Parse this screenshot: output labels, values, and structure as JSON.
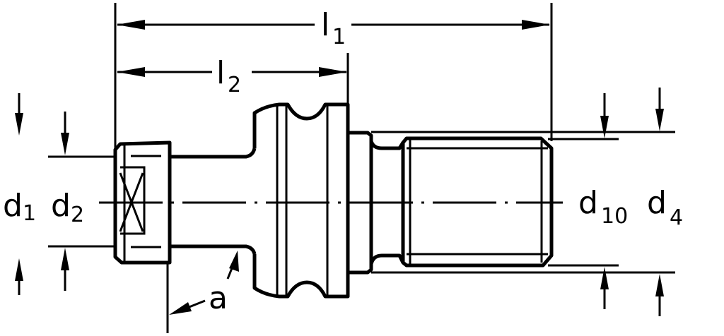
{
  "drawing": {
    "title": "Pull stud dimension drawing",
    "labels": {
      "l1": {
        "main": "l",
        "sub": "1"
      },
      "l2": {
        "main": "l",
        "sub": "2"
      },
      "d1": {
        "main": "d",
        "sub": "1"
      },
      "d2": {
        "main": "d",
        "sub": "2"
      },
      "d10": {
        "main": "d",
        "sub": "10"
      },
      "d4": {
        "main": "d",
        "sub": "4"
      },
      "a": "a"
    },
    "line_color": "#000000",
    "background": "#ffffff"
  }
}
